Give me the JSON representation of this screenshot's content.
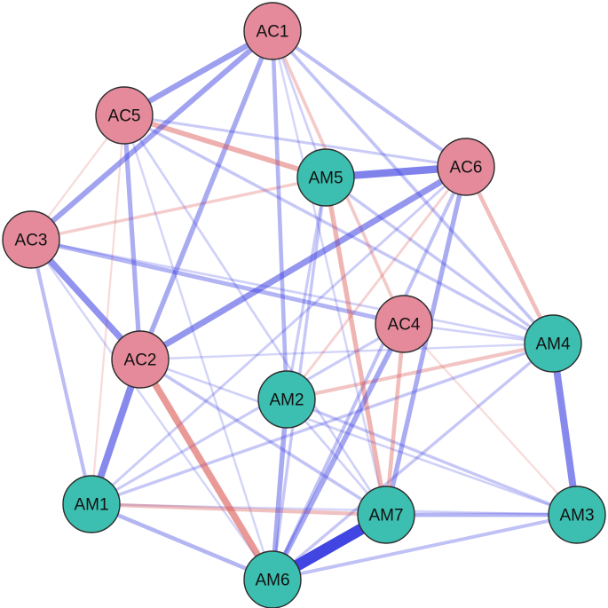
{
  "colors": {
    "positive": "#3b3fe0",
    "negative": "#d9534f",
    "group_ac": "#e48a9b",
    "group_am": "#3cbfb0",
    "node_border": "#2b2b2b"
  },
  "nodes": [
    {
      "id": "AC1",
      "label": "AC1",
      "group": "ac"
    },
    {
      "id": "AC5",
      "label": "AC5",
      "group": "ac"
    },
    {
      "id": "AC6",
      "label": "AC6",
      "group": "ac"
    },
    {
      "id": "AC3",
      "label": "AC3",
      "group": "ac"
    },
    {
      "id": "AC4",
      "label": "AC4",
      "group": "ac"
    },
    {
      "id": "AC2",
      "label": "AC2",
      "group": "ac"
    },
    {
      "id": "AM5",
      "label": "AM5",
      "group": "am"
    },
    {
      "id": "AM4",
      "label": "AM4",
      "group": "am"
    },
    {
      "id": "AM2",
      "label": "AM2",
      "group": "am"
    },
    {
      "id": "AM1",
      "label": "AM1",
      "group": "am"
    },
    {
      "id": "AM7",
      "label": "AM7",
      "group": "am"
    },
    {
      "id": "AM3",
      "label": "AM3",
      "group": "am"
    },
    {
      "id": "AM6",
      "label": "AM6",
      "group": "am"
    }
  ],
  "edges": [
    {
      "source": "AM7",
      "target": "AM6",
      "sign": "positive",
      "weight": 1.0
    },
    {
      "source": "AM5",
      "target": "AC6",
      "sign": "positive",
      "weight": 0.62
    },
    {
      "source": "AM4",
      "target": "AM3",
      "sign": "positive",
      "weight": 0.58
    },
    {
      "source": "AC2",
      "target": "AM1",
      "sign": "positive",
      "weight": 0.58
    },
    {
      "source": "AC3",
      "target": "AC2",
      "sign": "positive",
      "weight": 0.52
    },
    {
      "source": "AC2",
      "target": "AC6",
      "sign": "positive",
      "weight": 0.5
    },
    {
      "source": "AC1",
      "target": "AC5",
      "sign": "positive",
      "weight": 0.45
    },
    {
      "source": "AC1",
      "target": "AC3",
      "sign": "positive",
      "weight": 0.42
    },
    {
      "source": "AC2",
      "target": "AM6",
      "sign": "negative",
      "weight": 0.55
    },
    {
      "source": "AC5",
      "target": "AM5",
      "sign": "negative",
      "weight": 0.4
    },
    {
      "source": "AC1",
      "target": "AC2",
      "sign": "positive",
      "weight": 0.38
    },
    {
      "source": "AC5",
      "target": "AC2",
      "sign": "positive",
      "weight": 0.35
    },
    {
      "source": "AC4",
      "target": "AM6",
      "sign": "positive",
      "weight": 0.4
    },
    {
      "source": "AM2",
      "target": "AM6",
      "sign": "positive",
      "weight": 0.38
    },
    {
      "source": "AC6",
      "target": "AM7",
      "sign": "positive",
      "weight": 0.36
    },
    {
      "source": "AM5",
      "target": "AM7",
      "sign": "negative",
      "weight": 0.36
    },
    {
      "source": "AC3",
      "target": "AC4",
      "sign": "positive",
      "weight": 0.32
    },
    {
      "source": "AC1",
      "target": "AM2",
      "sign": "positive",
      "weight": 0.3
    },
    {
      "source": "AM7",
      "target": "AM3",
      "sign": "positive",
      "weight": 0.32
    },
    {
      "source": "AM1",
      "target": "AM6",
      "sign": "positive",
      "weight": 0.3
    },
    {
      "source": "AC6",
      "target": "AM4",
      "sign": "negative",
      "weight": 0.3
    },
    {
      "source": "AM1",
      "target": "AM7",
      "sign": "negative",
      "weight": 0.28
    },
    {
      "source": "AM2",
      "target": "AM4",
      "sign": "negative",
      "weight": 0.26
    },
    {
      "source": "AC4",
      "target": "AM7",
      "sign": "negative",
      "weight": 0.3
    },
    {
      "source": "AC1",
      "target": "AC6",
      "sign": "positive",
      "weight": 0.26
    },
    {
      "source": "AC3",
      "target": "AM1",
      "sign": "positive",
      "weight": 0.26
    },
    {
      "source": "AM6",
      "target": "AM3",
      "sign": "positive",
      "weight": 0.24
    },
    {
      "source": "AC1",
      "target": "AM4",
      "sign": "positive",
      "weight": 0.22
    },
    {
      "source": "AC1",
      "target": "AC4",
      "sign": "negative",
      "weight": 0.22
    },
    {
      "source": "AC5",
      "target": "AM4",
      "sign": "positive",
      "weight": 0.2
    },
    {
      "source": "AC3",
      "target": "AM5",
      "sign": "negative",
      "weight": 0.2
    },
    {
      "source": "AC6",
      "target": "AM6",
      "sign": "positive",
      "weight": 0.24
    },
    {
      "source": "AC5",
      "target": "AC6",
      "sign": "positive",
      "weight": 0.18
    },
    {
      "source": "AM5",
      "target": "AM2",
      "sign": "positive",
      "weight": 0.18
    },
    {
      "source": "AM5",
      "target": "AM4",
      "sign": "positive",
      "weight": 0.2
    },
    {
      "source": "AM2",
      "target": "AM3",
      "sign": "positive",
      "weight": 0.2
    },
    {
      "source": "AC2",
      "target": "AM7",
      "sign": "positive",
      "weight": 0.22
    },
    {
      "source": "AM1",
      "target": "AM4",
      "sign": "positive",
      "weight": 0.2
    },
    {
      "source": "AC4",
      "target": "AM1",
      "sign": "positive",
      "weight": 0.18
    },
    {
      "source": "AM5",
      "target": "AM6",
      "sign": "positive",
      "weight": 0.2
    },
    {
      "source": "AM6",
      "target": "AM4",
      "sign": "positive",
      "weight": 0.2
    },
    {
      "source": "AC6",
      "target": "AM1",
      "sign": "positive",
      "weight": 0.16
    },
    {
      "source": "AC6",
      "target": "AM2",
      "sign": "negative",
      "weight": 0.16
    },
    {
      "source": "AC3",
      "target": "AM4",
      "sign": "positive",
      "weight": 0.14
    },
    {
      "source": "AC5",
      "target": "AM7",
      "sign": "positive",
      "weight": 0.14
    },
    {
      "source": "AC2",
      "target": "AM3",
      "sign": "positive",
      "weight": 0.14
    },
    {
      "source": "AC5",
      "target": "AM1",
      "sign": "negative",
      "weight": 0.1
    },
    {
      "source": "AC1",
      "target": "AM7",
      "sign": "positive",
      "weight": 0.12
    },
    {
      "source": "AC5",
      "target": "AC3",
      "sign": "negative",
      "weight": 0.1
    },
    {
      "source": "AC4",
      "target": "AM3",
      "sign": "negative",
      "weight": 0.1
    },
    {
      "source": "AM1",
      "target": "AM3",
      "sign": "positive",
      "weight": 0.12
    },
    {
      "source": "AM2",
      "target": "AM7",
      "sign": "positive",
      "weight": 0.14
    },
    {
      "source": "AC2",
      "target": "AM4",
      "sign": "positive",
      "weight": 0.12
    },
    {
      "source": "AC3",
      "target": "AM6",
      "sign": "positive",
      "weight": 0.12
    },
    {
      "source": "AC5",
      "target": "AM6",
      "sign": "positive",
      "weight": 0.12
    },
    {
      "source": "AC1",
      "target": "AM5",
      "sign": "positive",
      "weight": 0.14
    },
    {
      "source": "AC4",
      "target": "AM4",
      "sign": "positive",
      "weight": 0.14
    }
  ]
}
